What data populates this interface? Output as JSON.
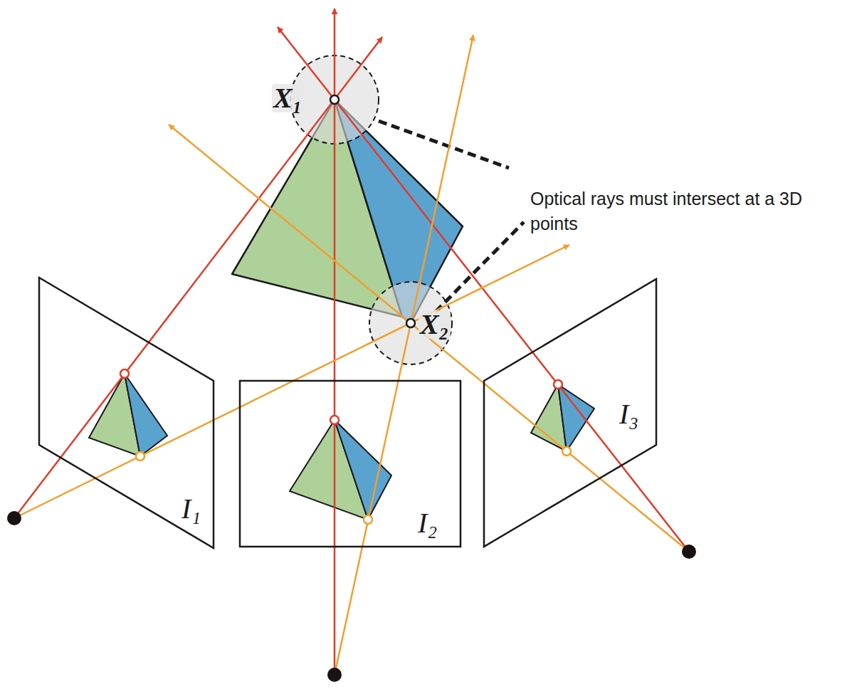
{
  "diagram": {
    "nodes": [
      {
        "text": [
          "I₁"
        ]
      },
      {
        "text": [
          "I₂"
        ]
      },
      {
        "text": [
          "I₃"
        ]
      }
    ],
    "labels": [
      "X₁",
      "X₂",
      "Optical rays must intersect at a 3D points"
    ]
  }
}
